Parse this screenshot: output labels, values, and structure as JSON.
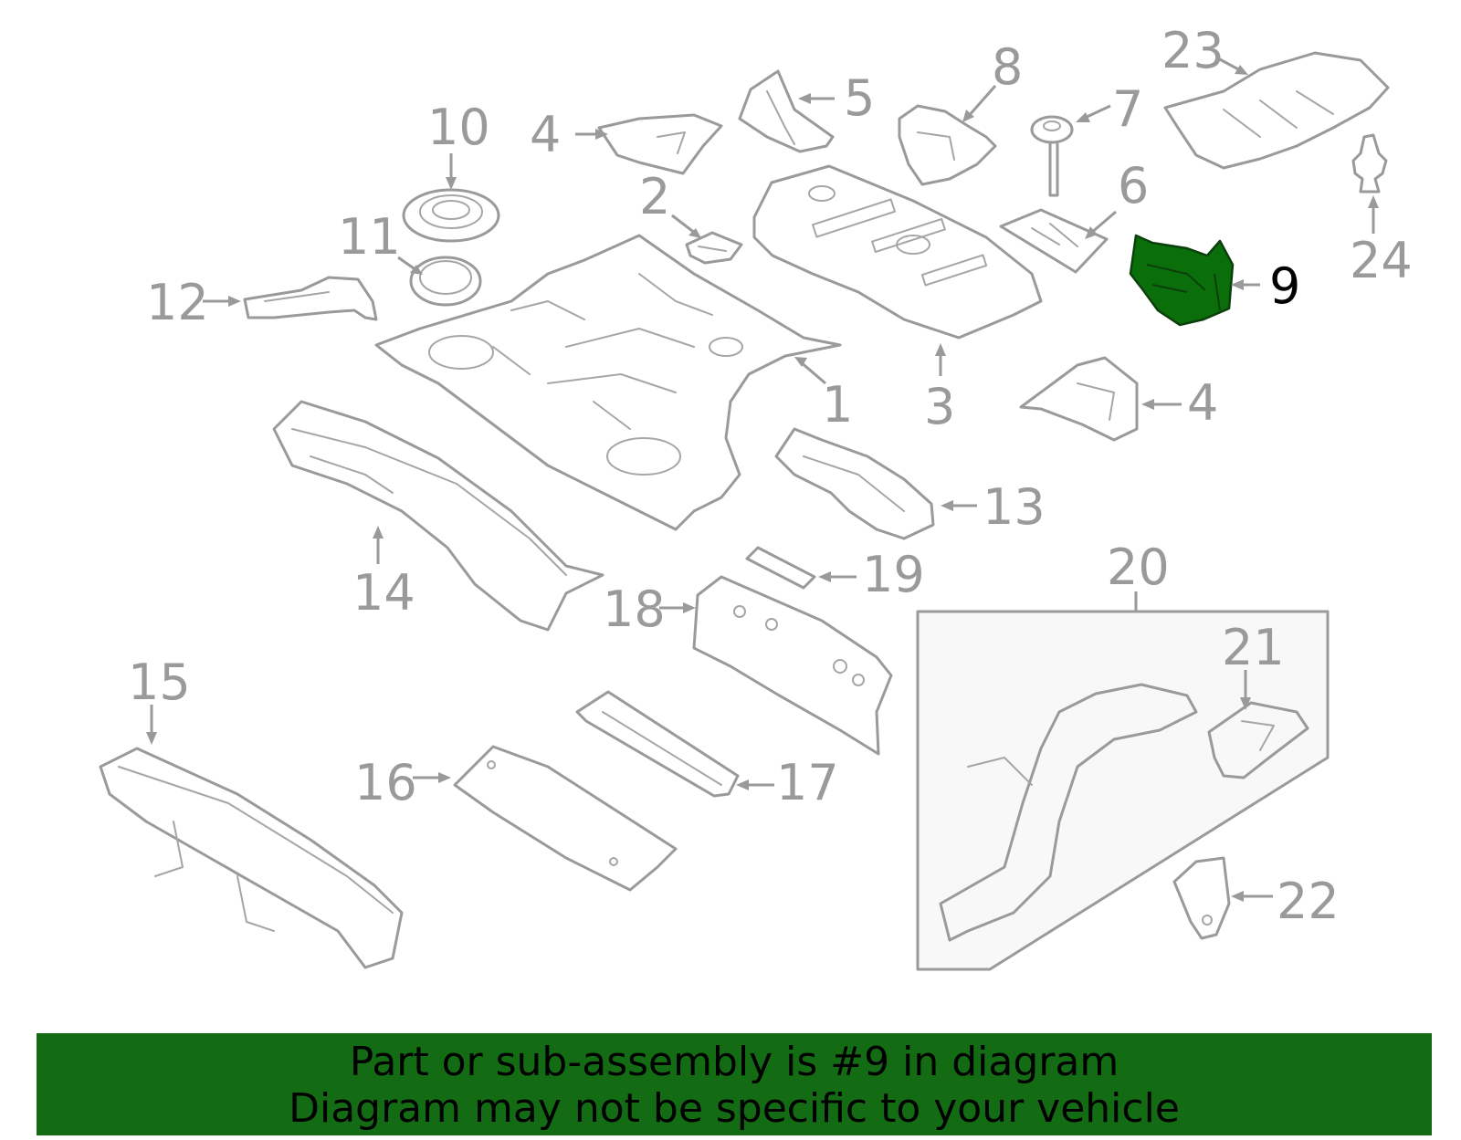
{
  "callouts": [
    {
      "id": "1",
      "label": "1"
    },
    {
      "id": "2",
      "label": "2"
    },
    {
      "id": "3",
      "label": "3"
    },
    {
      "id": "4a",
      "label": "4"
    },
    {
      "id": "4b",
      "label": "4"
    },
    {
      "id": "5",
      "label": "5"
    },
    {
      "id": "6",
      "label": "6"
    },
    {
      "id": "7",
      "label": "7"
    },
    {
      "id": "8",
      "label": "8"
    },
    {
      "id": "9",
      "label": "9"
    },
    {
      "id": "10",
      "label": "10"
    },
    {
      "id": "11",
      "label": "11"
    },
    {
      "id": "12",
      "label": "12"
    },
    {
      "id": "13",
      "label": "13"
    },
    {
      "id": "14",
      "label": "14"
    },
    {
      "id": "15",
      "label": "15"
    },
    {
      "id": "16",
      "label": "16"
    },
    {
      "id": "17",
      "label": "17"
    },
    {
      "id": "18",
      "label": "18"
    },
    {
      "id": "19",
      "label": "19"
    },
    {
      "id": "20",
      "label": "20"
    },
    {
      "id": "21",
      "label": "21"
    },
    {
      "id": "22",
      "label": "22"
    },
    {
      "id": "23",
      "label": "23"
    },
    {
      "id": "24",
      "label": "24"
    }
  ],
  "highlighted_part": "9",
  "colors": {
    "highlight": "#0a6e0a",
    "banner": "#136c13",
    "linework": "#9a9a9a"
  },
  "footer": {
    "line1": "Part or sub-assembly is #9 in diagram",
    "line2": "Diagram may not be specific to your vehicle"
  }
}
